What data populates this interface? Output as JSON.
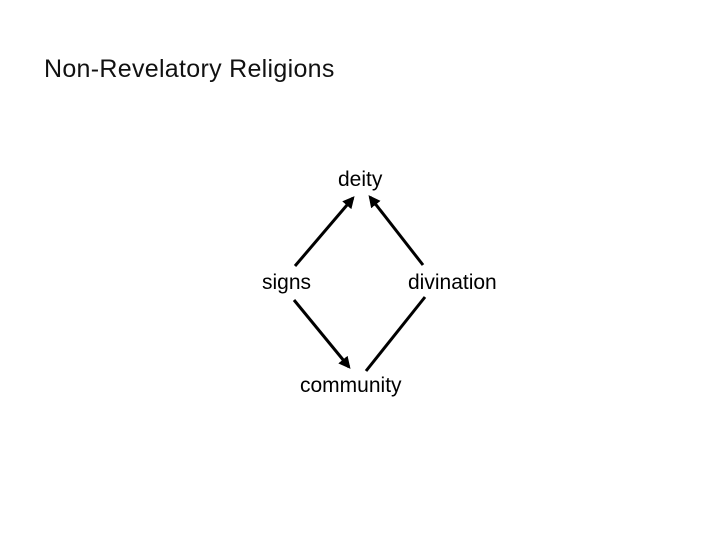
{
  "slide": {
    "title": "Non-Revelatory Religions",
    "background_color": "#ffffff",
    "text_color": "#000000"
  },
  "diagram": {
    "type": "directed-graph",
    "line_color": "#000000",
    "nodes": [
      {
        "id": "deity",
        "label": "deity",
        "position": "top"
      },
      {
        "id": "signs",
        "label": "signs",
        "position": "left"
      },
      {
        "id": "divination",
        "label": "divination",
        "position": "right"
      },
      {
        "id": "community",
        "label": "community",
        "position": "bottom"
      }
    ],
    "edges": [
      {
        "from": "signs",
        "to": "deity",
        "arrowhead": true
      },
      {
        "from": "divination",
        "to": "deity",
        "arrowhead": true
      },
      {
        "from": "signs",
        "to": "community",
        "arrowhead": true
      },
      {
        "from": "community",
        "to": "divination",
        "arrowhead": false
      }
    ]
  }
}
